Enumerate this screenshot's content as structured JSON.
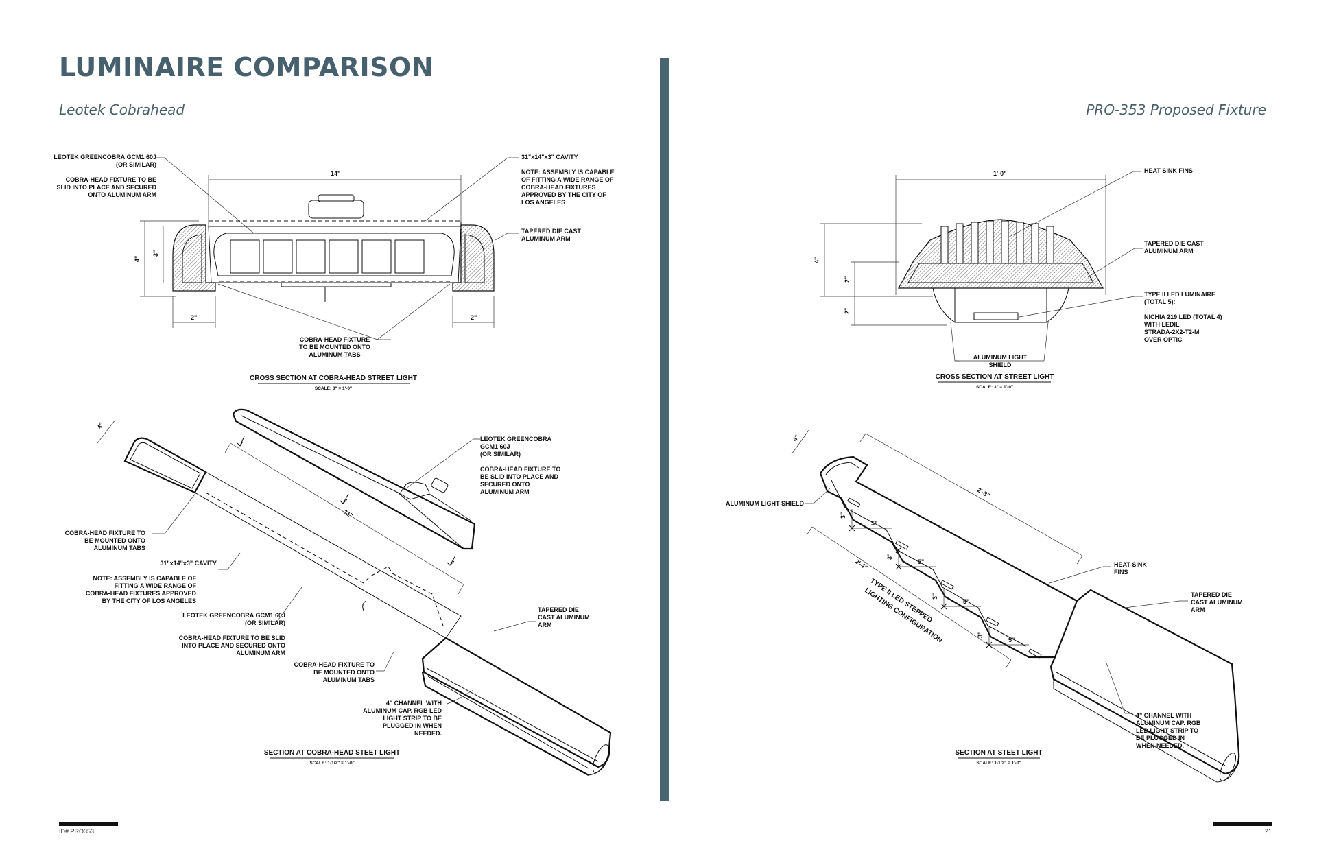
{
  "page": {
    "title": "LUMINAIRE COMPARISON",
    "left_subtitle": "Leotek Cobrahead",
    "right_subtitle": "PRO-353 Proposed Fixture",
    "footer_left": "ID# PRO353",
    "footer_right": "21"
  },
  "left_cross_section": {
    "labels": {
      "leotek_model_l1": "LEOTEK GREENCOBRA GCM1 60J",
      "leotek_model_l2": "(OR SIMILAR)",
      "slid_l1": "COBRA-HEAD FIXTURE TO BE",
      "slid_l2": "SLID INTO PLACE AND SECURED",
      "slid_l3": "ONTO ALUMINUM ARM",
      "cavity": "31\"x14\"x3\" CAVITY",
      "note_l1": "NOTE: ASSEMBLY IS CAPABLE",
      "note_l2": "OF FITTING A WIDE RANGE OF",
      "note_l3": "COBRA-HEAD FIXTURES",
      "note_l4": "APPROVED BY THE CITY OF",
      "note_l5": "LOS ANGELES",
      "arm_l1": "TAPERED DIE CAST",
      "arm_l2": "ALUMINUM ARM",
      "mount_l1": "COBRA-HEAD FIXTURE",
      "mount_l2": "TO BE MOUNTED ONTO",
      "mount_l3": "ALUMINUM TABS",
      "dim_width": "14\"",
      "dim_height": "4\"",
      "dim_inner": "3\"",
      "dim_left": "2\"",
      "dim_right": "2\""
    },
    "caption": "CROSS SECTION AT COBRA-HEAD STREET LIGHT",
    "scale": "SCALE:   3\" = 1'-0\""
  },
  "left_section": {
    "labels": {
      "dim_top": "4\"",
      "dim_len": "31\"",
      "leotek_l1": "LEOTEK GREENCOBRA",
      "leotek_l2": "GCM1 60J",
      "leotek_l3": "(OR SIMILAR)",
      "slid_l1": "COBRA-HEAD FIXTURE TO",
      "slid_l2": "BE SLID INTO PLACE AND",
      "slid_l3": "SECURED ONTO",
      "slid_l4": "ALUMINUM ARM",
      "mount_l1": "COBRA-HEAD FIXTURE TO",
      "mount_l2": "BE MOUNTED ONTO",
      "mount_l3": "ALUMINUM TABS",
      "cavity": "31\"x14\"x3\" CAVITY",
      "note_l1": "NOTE: ASSEMBLY IS CAPABLE OF",
      "note_l2": "FITTING A WIDE RANGE OF",
      "note_l3": "COBRA-HEAD FIXTURES APPROVED",
      "note_l4": "BY THE CITY OF LOS ANGELES",
      "model_l1": "LEOTEK GREENCOBRA GCM1 60J",
      "model_l2": "(OR SIMILAR)",
      "slid2_l1": "COBRA-HEAD FIXTURE TO BE SLID",
      "slid2_l2": "INTO PLACE AND SECURED ONTO",
      "slid2_l3": "ALUMINUM ARM",
      "mount2_l1": "COBRA-HEAD FIXTURE TO",
      "mount2_l2": "BE MOUNTED ONTO",
      "mount2_l3": "ALUMINUM TABS",
      "arm_l1": "TAPERED DIE",
      "arm_l2": "CAST ALUMINUM",
      "arm_l3": "ARM",
      "chan_l1": "4\" CHANNEL WITH",
      "chan_l2": "ALUMINUM CAP. RGB LED",
      "chan_l3": "LIGHT STRIP TO BE",
      "chan_l4": "PLUGGED IN WHEN",
      "chan_l5": "NEEDED."
    },
    "caption": "SECTION AT COBRA-HEAD STEET LIGHT",
    "scale": "SCALE:   1-1/2\" = 1'-0\""
  },
  "right_cross_section": {
    "labels": {
      "dim_width": "1'-0\"",
      "dim_height": "4\"",
      "dim_mid": "2\"",
      "dim_low": "2\"",
      "fins": "HEAT SINK FINS",
      "arm_l1": "TAPERED DIE CAST",
      "arm_l2": "ALUMINUM ARM",
      "led_l1": "TYPE II LED LUMINAIRE",
      "led_l2": "(TOTAL 5):",
      "nichia_l1": "NICHIA 219 LED (TOTAL 4)",
      "nichia_l2": "WITH LEDIL",
      "nichia_l3": "STRADA-2X2-T2-M",
      "nichia_l4": "OVER OPTIC",
      "shield_l1": "ALUMINUM LIGHT",
      "shield_l2": "SHIELD"
    },
    "caption": "CROSS SECTION AT STREET LIGHT",
    "scale": "SCALE:   3\" = 1'-0\""
  },
  "right_section": {
    "labels": {
      "dim_top": "4\"",
      "dim_len": "2'-3\"",
      "shield": "ALUMINUM LIGHT SHIELD",
      "step5": "5\"",
      "step3": "3\"",
      "dim_cfg": "2'-4\"",
      "cfg_l1": "TYPE II LED STEPPED",
      "cfg_l2": "LIGHTING CONFIGURATION",
      "fins_l1": "HEAT SINK",
      "fins_l2": "FINS",
      "arm_l1": "TAPERED DIE",
      "arm_l2": "CAST ALUMINUM",
      "arm_l3": "ARM",
      "chan_l1": "4\" CHANNEL WITH",
      "chan_l2": "ALUMINUM CAP. RGB",
      "chan_l3": "LED LIGHT STRIP TO",
      "chan_l4": "BE PLUGGED IN",
      "chan_l5": "WHEN NEEDED."
    },
    "caption": "SECTION AT STEET LIGHT",
    "scale": "SCALE:   1-1/2\" = 1'-0\""
  }
}
